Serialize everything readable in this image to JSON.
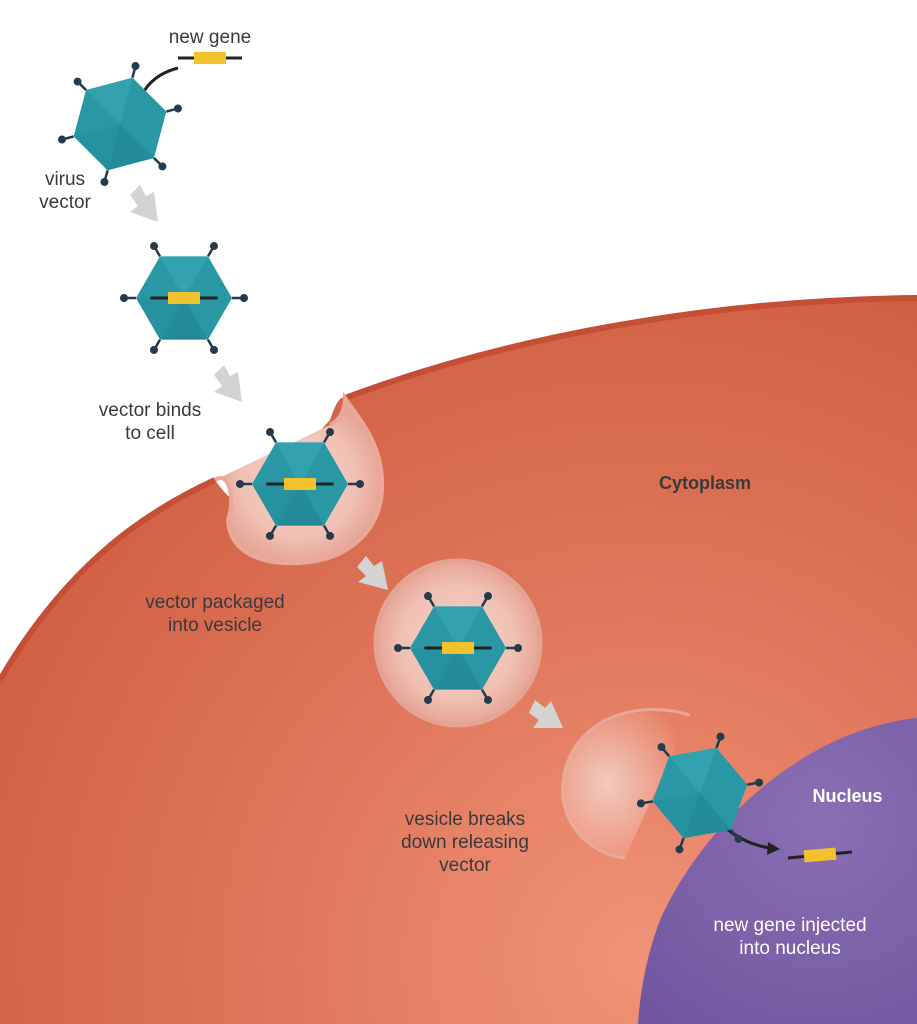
{
  "labels": {
    "new_gene": "new gene",
    "virus_vector": "virus\nvector",
    "vector_binds": "vector binds\nto cell",
    "cytoplasm": "Cytoplasm",
    "vector_packaged": "vector packaged\ninto vesicle",
    "vesicle_breaks": "vesicle breaks\ndown releasing\nvector",
    "nucleus": "Nucleus",
    "gene_injected": "new gene injected\ninto nucleus"
  },
  "colors": {
    "cell_cytoplasm": "#d9684e",
    "cell_membrane": "#c54f35",
    "nucleus": "#7a60a5",
    "virus_capsid": "#2a97a4",
    "gene": "#f2c12e",
    "vesicle": "#f1c7bd",
    "step_arrow": "#d3d3d3",
    "spike": "#243a4d"
  }
}
